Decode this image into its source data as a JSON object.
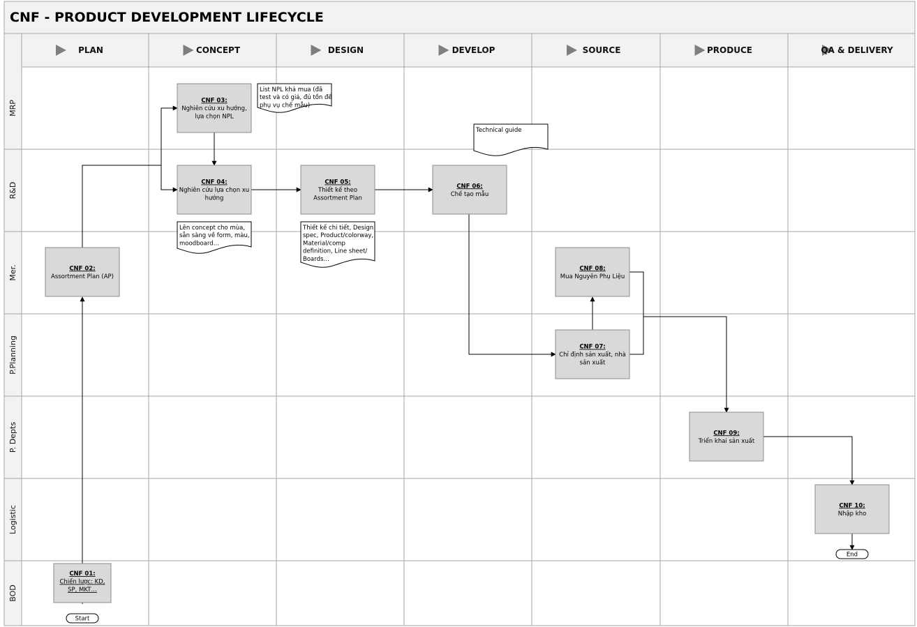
{
  "title": "CNF - PRODUCT DEVELOPMENT LIFECYCLE",
  "phases": [
    "PLAN",
    "CONCEPT",
    "DESIGN",
    "DEVELOP",
    "SOURCE",
    "PRODUCE",
    "QA & DELIVERY"
  ],
  "lanes": [
    "MRP",
    "R&D",
    "Mer.",
    "P.Planning",
    "P. Depts",
    "Logistic",
    "BOD"
  ],
  "steps": {
    "cnf01": {
      "code": "CNF 01:",
      "lines": [
        "Chiến lược: KD,",
        "SP, MKT…"
      ]
    },
    "cnf02": {
      "code": "CNF 02:",
      "lines": [
        "Assortment Plan (AP)"
      ]
    },
    "cnf03": {
      "code": "CNF 03:",
      "lines": [
        "Nghiên cứu xu hướng,",
        "lựa chọn NPL"
      ]
    },
    "cnf04": {
      "code": "CNF 04:",
      "lines": [
        "Nghiên cứu lựa chọn xu",
        "hướng"
      ]
    },
    "cnf05": {
      "code": "CNF 05:",
      "lines": [
        "Thiết kế theo",
        "Assortment Plan"
      ]
    },
    "cnf06": {
      "code": "CNF 06:",
      "lines": [
        "Chế tạo mẫu"
      ]
    },
    "cnf07": {
      "code": "CNF 07:",
      "lines": [
        "Chỉ định sản xuất, nhà",
        "sản xuất"
      ]
    },
    "cnf08": {
      "code": "CNF 08:",
      "lines": [
        "Mua Nguyên Phụ Liệu"
      ]
    },
    "cnf09": {
      "code": "CNF 09:",
      "lines": [
        "Triển khai sản xuất"
      ]
    },
    "cnf10": {
      "code": "CNF 10:",
      "lines": [
        "Nhập kho"
      ]
    }
  },
  "notes": {
    "npl": [
      "List NPL khả mua (đã",
      "test và có giá, đủ tồn để",
      "phụ vụ chế mẫu)"
    ],
    "technical": [
      "Technical guide"
    ],
    "concept": [
      "Lên concept cho mùa,",
      "sẵn sàng về form, màu,",
      "moodboard…"
    ],
    "design": [
      "Thiết kế chi tiết, Design",
      "spec, Product/colorway,",
      "Material/comp",
      "definition, Line sheet/",
      "Boards…"
    ]
  },
  "terminals": {
    "start": "Start",
    "end": "End"
  },
  "colors": {
    "box_fill": "#d9d9d9",
    "header_fill": "#f2f2f2",
    "grid": "#a6a6a6",
    "triangle": "#7f7f7f"
  }
}
